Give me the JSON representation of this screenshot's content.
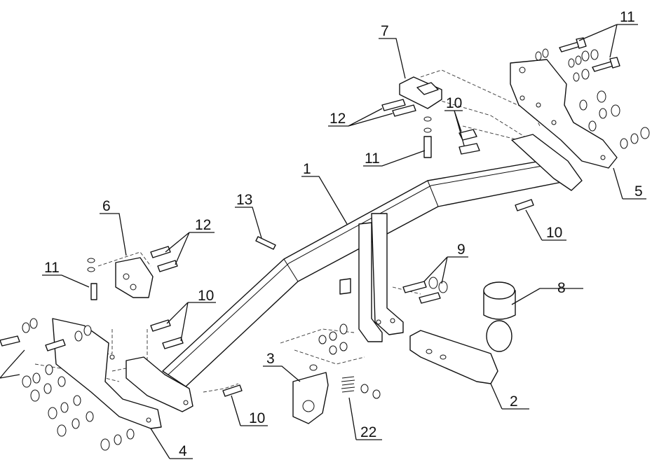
{
  "callouts": [
    {
      "id": "c1",
      "text": "1"
    },
    {
      "id": "c2",
      "text": "2"
    },
    {
      "id": "c3",
      "text": "3"
    },
    {
      "id": "c4",
      "text": "4"
    },
    {
      "id": "c5",
      "text": "5"
    },
    {
      "id": "c6",
      "text": "6"
    },
    {
      "id": "c7",
      "text": "7"
    },
    {
      "id": "c8",
      "text": "8"
    },
    {
      "id": "c9",
      "text": "9"
    },
    {
      "id": "c10a",
      "text": "10"
    },
    {
      "id": "c10b",
      "text": "10"
    },
    {
      "id": "c10c",
      "text": "10"
    },
    {
      "id": "c10d",
      "text": "10"
    },
    {
      "id": "c11a",
      "text": "11"
    },
    {
      "id": "c11b",
      "text": "11"
    },
    {
      "id": "c11c",
      "text": "11"
    },
    {
      "id": "c12a",
      "text": "12"
    },
    {
      "id": "c12b",
      "text": "12"
    },
    {
      "id": "c13",
      "text": "13"
    },
    {
      "id": "c22",
      "text": "22"
    }
  ]
}
